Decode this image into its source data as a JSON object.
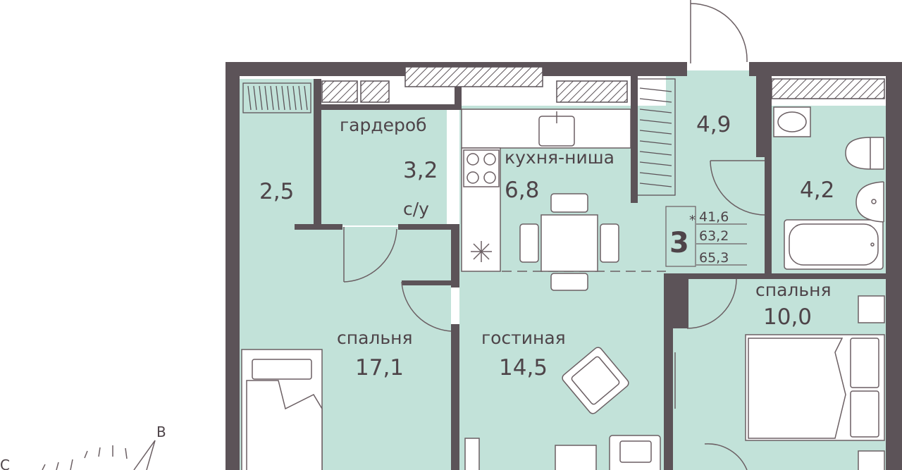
{
  "colors": {
    "room_fill": "#c2e2d9",
    "wall": "#5c5358",
    "text": "#4e4449",
    "furniture_stroke": "#6b5f63",
    "hatch": "#5c5358"
  },
  "rooms": {
    "balcony": {
      "area": "2,5"
    },
    "wardrobe": {
      "name": "гардероб",
      "area": "3,2"
    },
    "wc": {
      "name": "с/у"
    },
    "kitchen": {
      "name": "кухня-ниша",
      "area": "6,8"
    },
    "hall": {
      "area": "4,9"
    },
    "bathroom": {
      "area": "4,2"
    },
    "bedroom_left": {
      "name": "спальня",
      "area": "17,1"
    },
    "living": {
      "name": "гостиная",
      "area": "14,5"
    },
    "bedroom_right": {
      "name": "спальня",
      "area": "10,0"
    }
  },
  "apartment": {
    "rooms_count": "3",
    "marker": "*",
    "areas": [
      "41,6",
      "63,2",
      "65,3"
    ]
  },
  "compass": {
    "labels": [
      "В",
      "С"
    ]
  }
}
